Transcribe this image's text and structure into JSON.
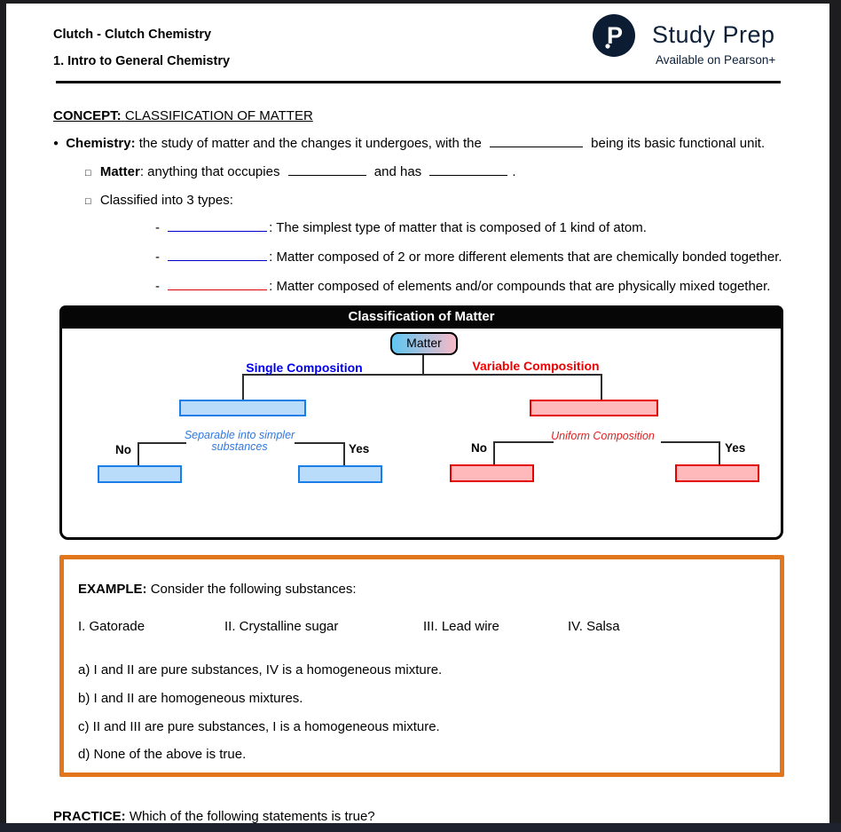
{
  "header": {
    "course": "Clutch - Clutch Chemistry",
    "chapter": "1. Intro to General Chemistry",
    "brand": {
      "name": "Study Prep",
      "tagline": "Available on Pearson+",
      "logo_letter": "P"
    }
  },
  "markers": {
    "bullet": "●",
    "square": "□",
    "dash": "-"
  },
  "concept": {
    "label": "CONCEPT:",
    "title": "CLASSIFICATION OF MATTER"
  },
  "chemistry": {
    "term": "Chemistry:",
    "before": "the study of matter and the changes it undergoes, with the",
    "after": "being its basic functional unit."
  },
  "matter_def": {
    "term": "Matter",
    "before": ": anything that occupies",
    "mid": "and has",
    "end": "."
  },
  "classified": "Classified into 3 types:",
  "types": [
    {
      "desc": ": The simplest type of matter that is composed of 1 kind of atom."
    },
    {
      "desc": ": Matter composed of 2 or more different elements that are chemically bonded together."
    },
    {
      "desc": ": Matter composed of elements and/or compounds that are physically mixed together."
    }
  ],
  "diagram": {
    "title": "Classification of Matter",
    "root": "Matter",
    "left_branch": "Single Composition",
    "right_branch": "Variable Composition",
    "left_question": "Separable into simpler substances",
    "right_question": "Uniform Composition",
    "no": "No",
    "yes": "Yes"
  },
  "example": {
    "label": "EXAMPLE:",
    "prompt": "Consider the following substances:",
    "substances": [
      "I. Gatorade",
      "II. Crystalline sugar",
      "III. Lead wire",
      "IV. Salsa"
    ],
    "options": [
      "a) I and II are pure substances, IV is a homogeneous mixture.",
      "b) I and II are homogeneous mixtures.",
      "c) II and III are pure substances, I is a homogeneous mixture.",
      "d) None of the above is true."
    ]
  },
  "practice": {
    "label": "PRACTICE:",
    "question": "Which of the following statements is true?"
  },
  "colors": {
    "navy": "#0e2038",
    "blank_blue": "#0000cc",
    "blank_red": "#dd0000",
    "branch_blue": "#0000ee",
    "branch_red": "#ee0000",
    "box_blue_fill": "#b9dcfb",
    "box_blue_border": "#1a7ee6",
    "box_pink_fill": "#ffb9ba",
    "box_pink_border": "#e60000",
    "example_border_orange": "#e2761d"
  }
}
